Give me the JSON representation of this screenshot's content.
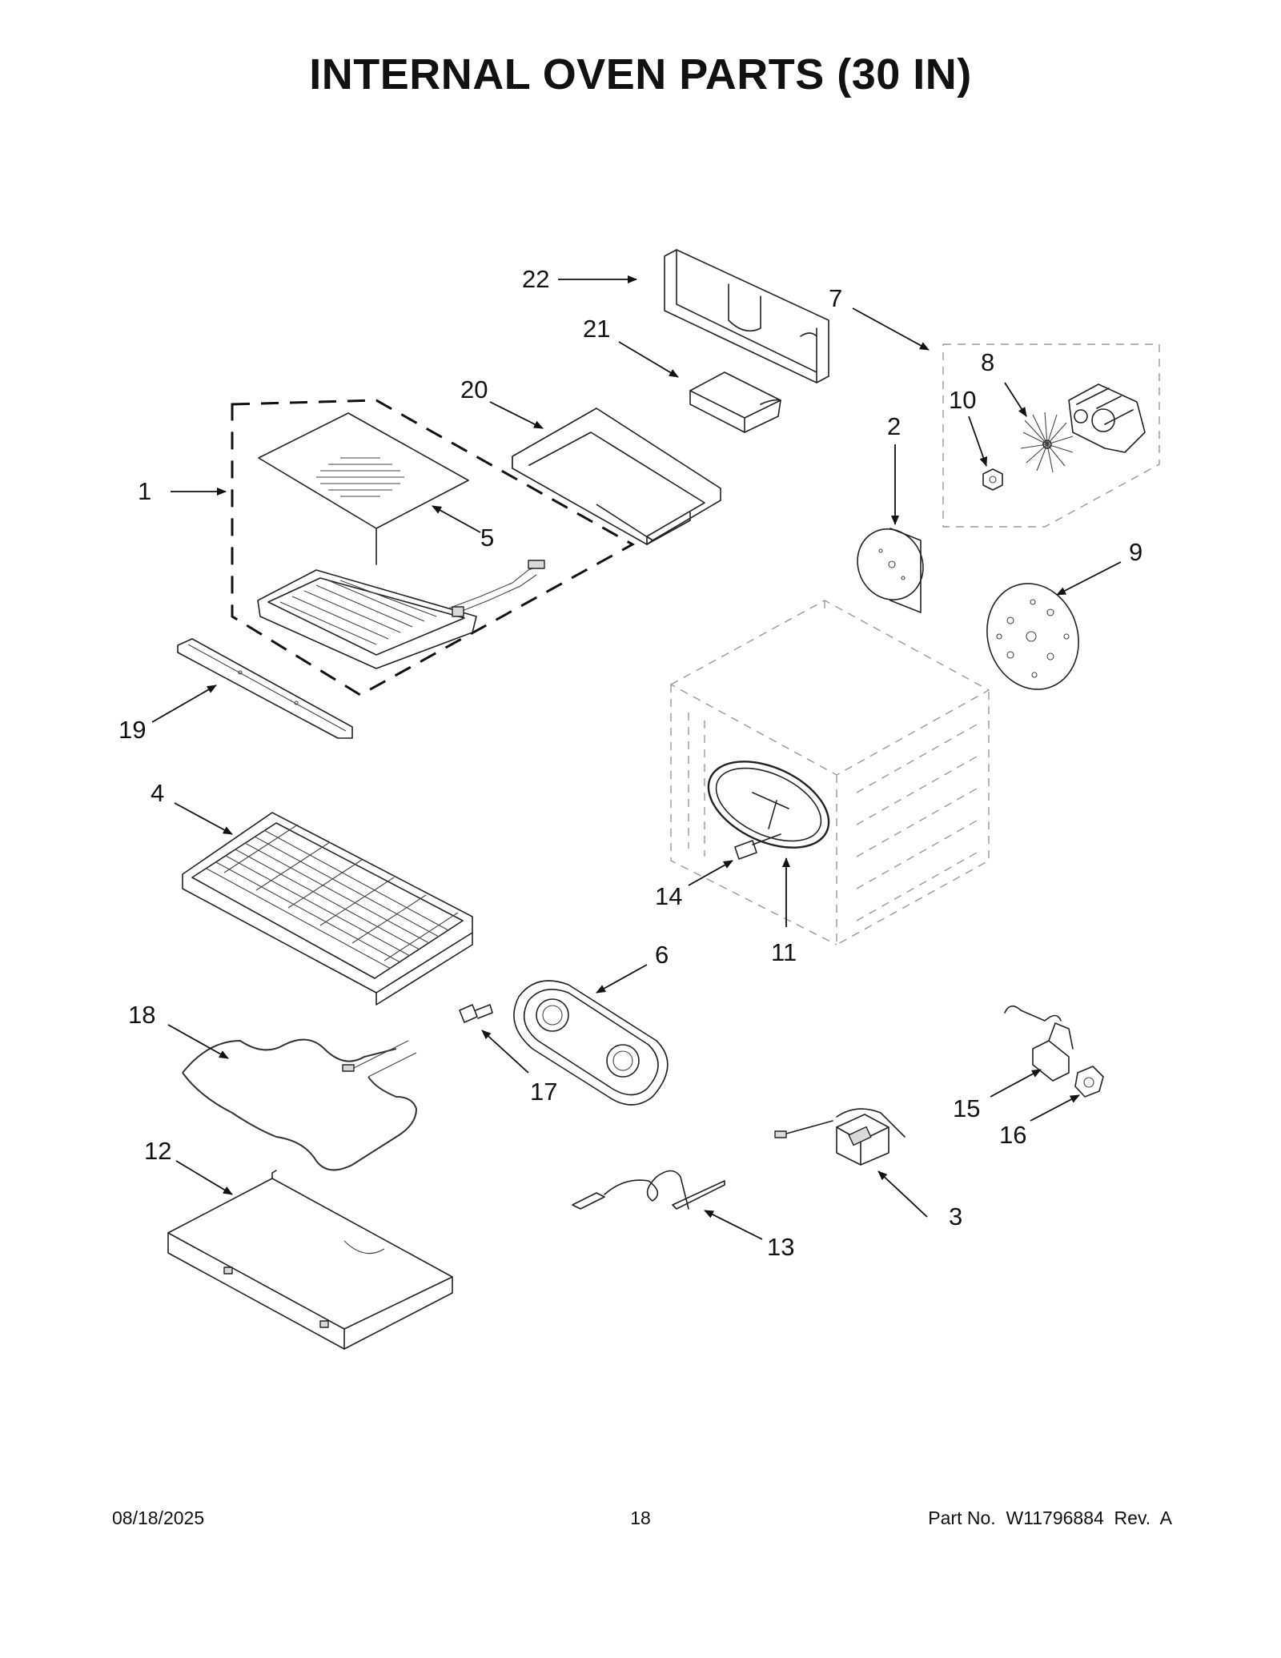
{
  "title": "INTERNAL OVEN PARTS (30 IN)",
  "callouts": {
    "c1": "1",
    "c2": "2",
    "c3": "3",
    "c4": "4",
    "c5": "5",
    "c6": "6",
    "c7": "7",
    "c8": "8",
    "c9": "9",
    "c10": "10",
    "c11": "11",
    "c12": "12",
    "c13": "13",
    "c14": "14",
    "c15": "15",
    "c16": "16",
    "c17": "17",
    "c18": "18",
    "c19": "19",
    "c20": "20",
    "c21": "21",
    "c22": "22"
  },
  "footer": {
    "date": "08/18/2025",
    "page": "18",
    "part_no": "Part No.  W11796884  Rev.  A"
  }
}
